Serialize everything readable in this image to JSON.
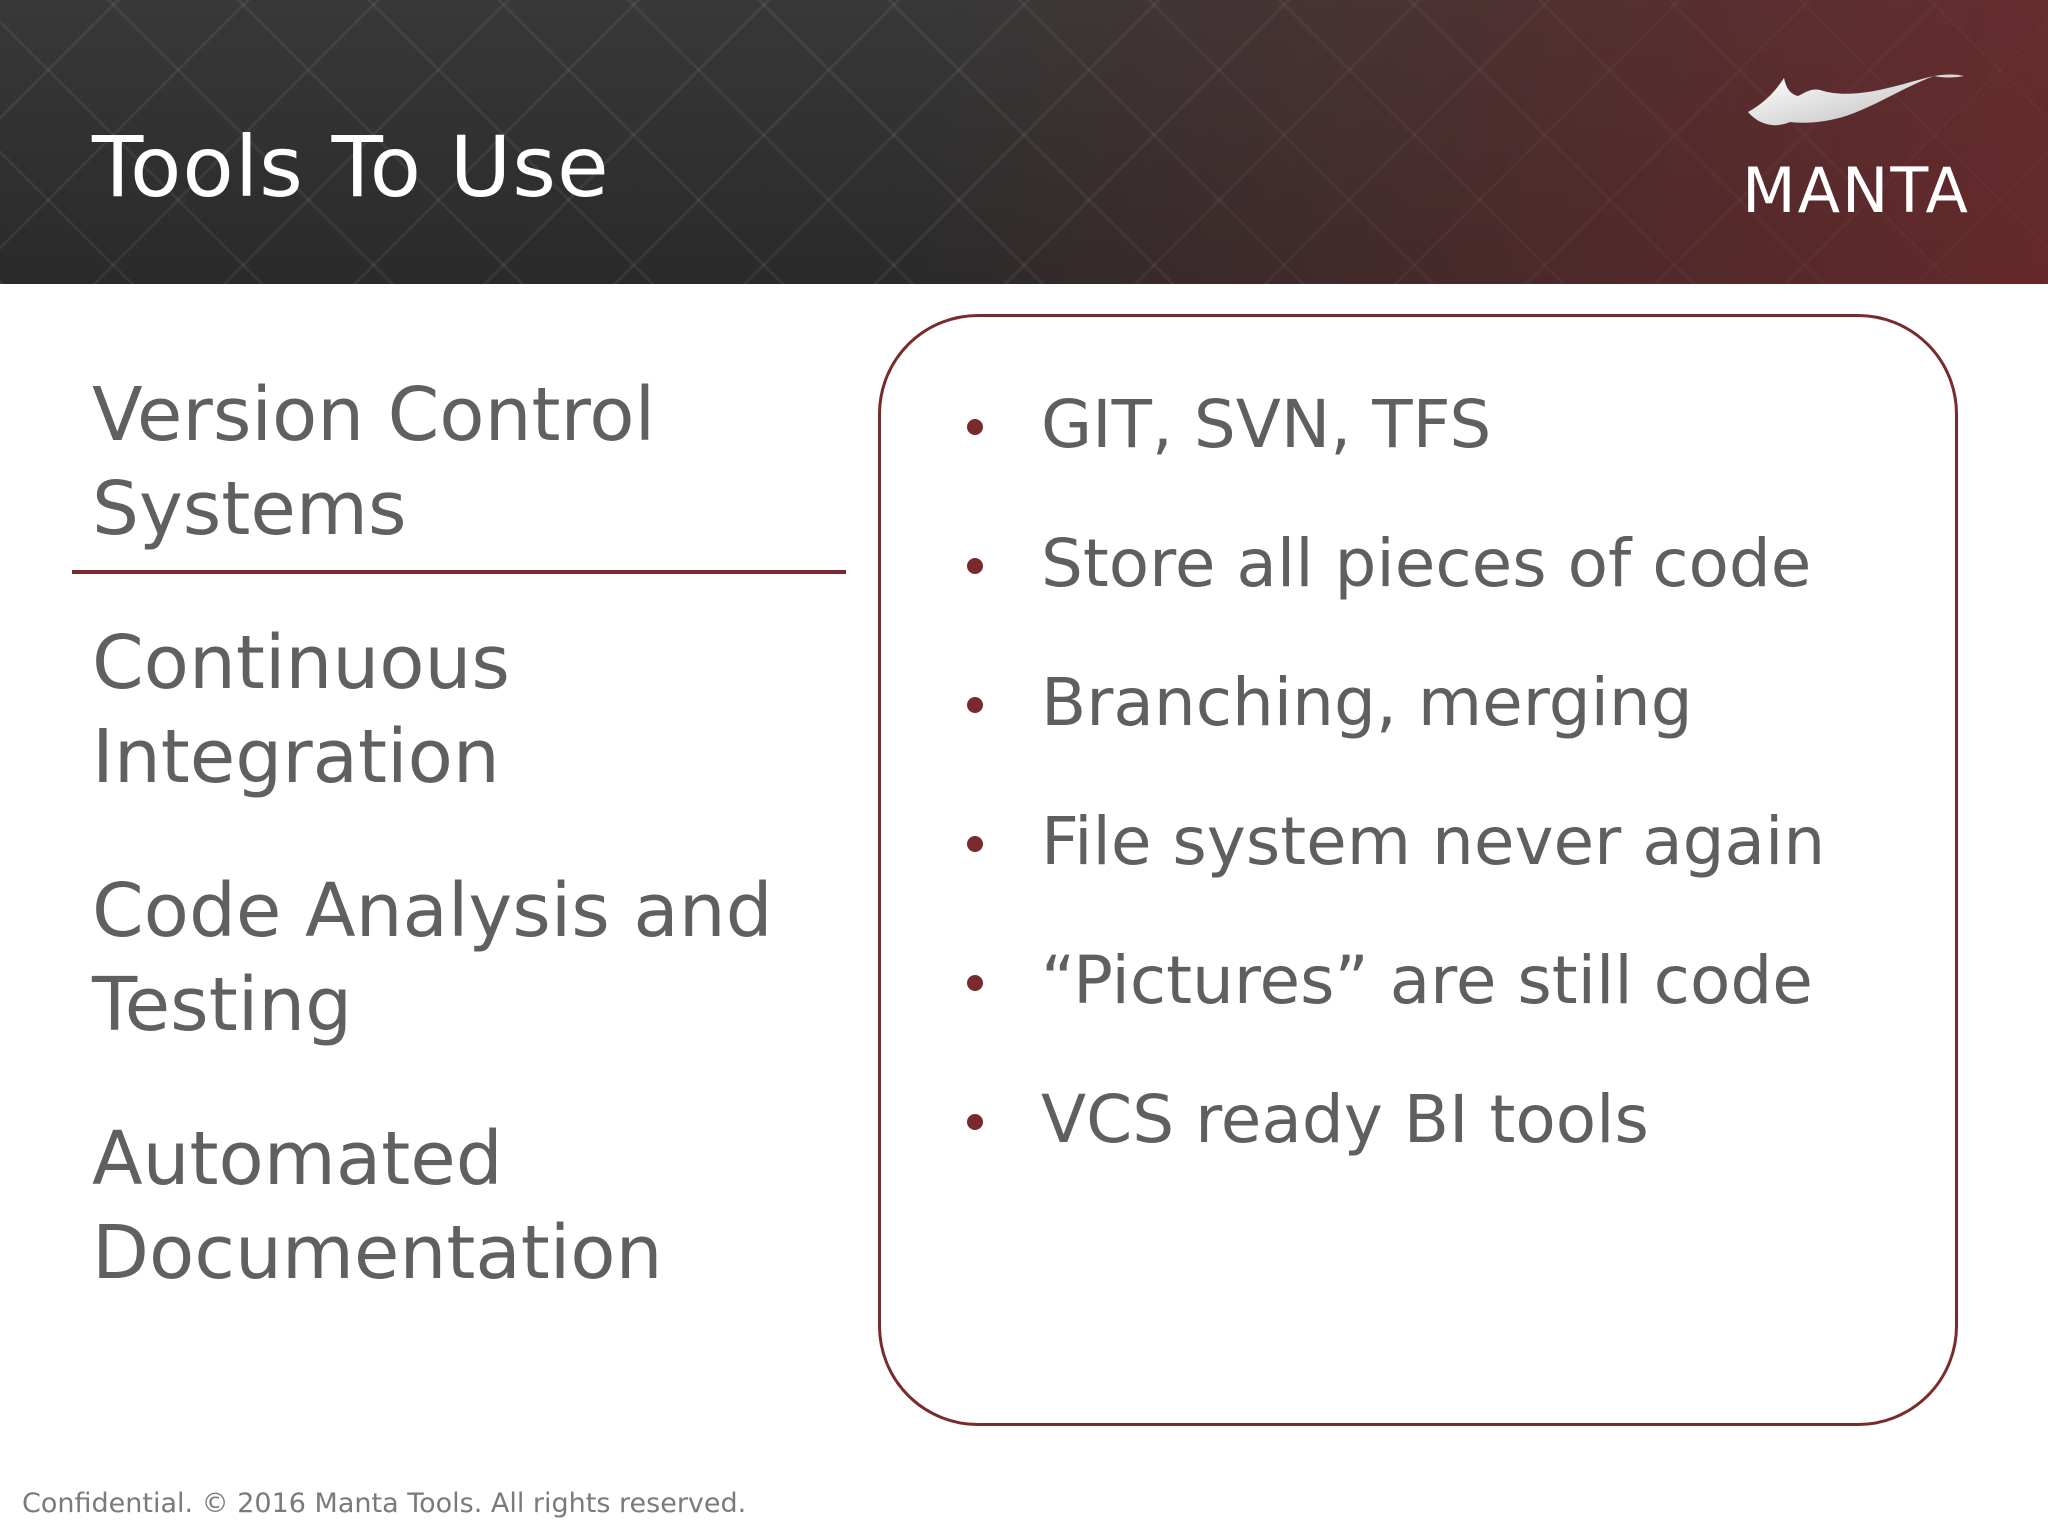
{
  "slide": {
    "title": "Tools To Use",
    "logo": {
      "text": "MANTA",
      "mark_icon": "manta-ray-icon"
    },
    "topics": [
      {
        "line1": "Version Control",
        "line2": "Systems",
        "active": true
      },
      {
        "line1": "Continuous",
        "line2": "Integration",
        "active": false
      },
      {
        "line1": "Code Analysis and",
        "line2": "Testing",
        "active": false
      },
      {
        "line1": "Automated",
        "line2": "Documentation",
        "active": false
      }
    ],
    "details": [
      "GIT, SVN, TFS",
      "Store all pieces of code",
      "Branching, merging",
      "File system never again",
      "“Pictures” are still code",
      "VCS ready BI tools"
    ],
    "footer": "Confidential. © 2016 Manta Tools. All rights reserved."
  },
  "colors": {
    "accent": "#7a2a2c",
    "header_dark": "#2f2f2f",
    "text_gray": "#5f5f5f",
    "header_text": "#ffffff"
  }
}
